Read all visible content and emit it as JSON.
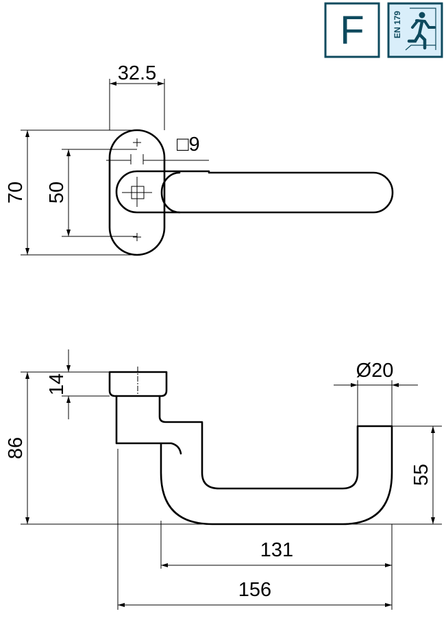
{
  "badges": {
    "fire_letter": "F",
    "en_label": "EN 179",
    "colors": {
      "dark": "#0e4a5e",
      "light": "#d9eefa"
    }
  },
  "top_view": {
    "dim_width": "32.5",
    "dim_height": "70",
    "dim_hole_spacing": "50",
    "dim_square": "□9"
  },
  "side_view": {
    "dim_rose_height": "14",
    "dim_total_height": "86",
    "dim_diameter": "Ø20",
    "dim_lever_height": "55",
    "dim_projection": "131",
    "dim_length": "156"
  }
}
